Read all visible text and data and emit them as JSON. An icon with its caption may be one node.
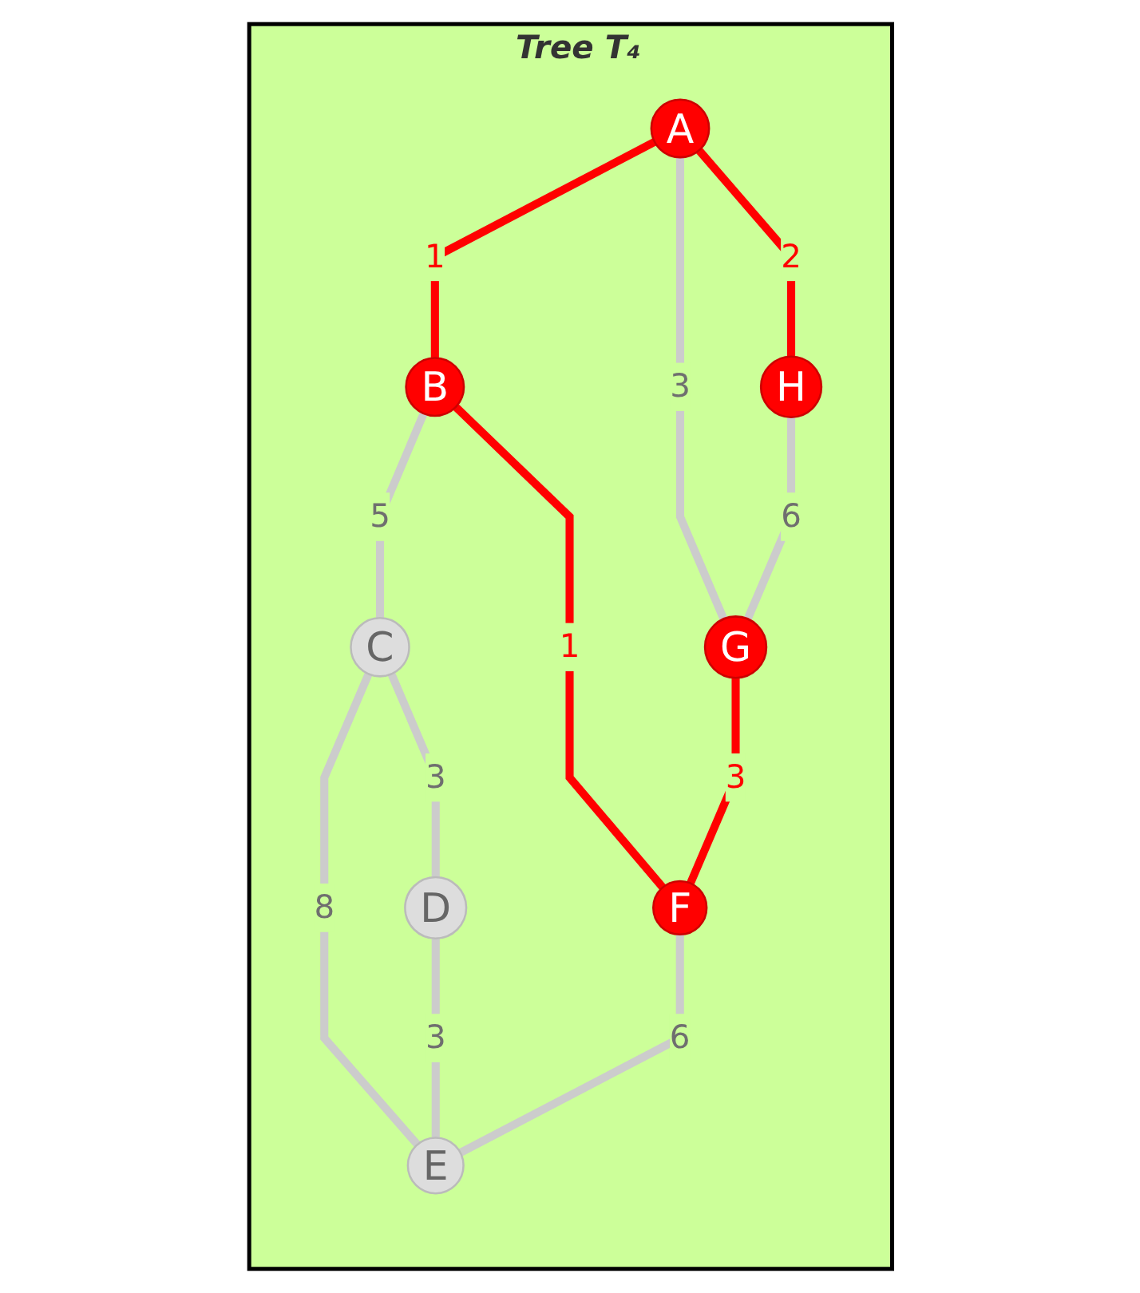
{
  "diagram": {
    "nodes": [
      {
        "text": [
          "Tree T₄"
        ]
      },
      {
        "text": [
          "A"
        ],
        "in": 0
      },
      {
        "text": [
          "B"
        ],
        "in": 0
      },
      {
        "text": [
          "H"
        ],
        "in": 0
      },
      {
        "text": [
          "C"
        ],
        "in": 0
      },
      {
        "text": [
          "G"
        ],
        "in": 0
      },
      {
        "text": [
          "D"
        ],
        "in": 0
      },
      {
        "text": [
          "F"
        ],
        "in": 0
      },
      {
        "text": [
          "E"
        ],
        "in": 0
      }
    ],
    "edges": [
      {
        "from": 1,
        "to": 2,
        "arrow": "none",
        "label": "1",
        "color": "#ff0000"
      },
      {
        "from": 2,
        "to": 4,
        "arrow": "none",
        "label": "5"
      },
      {
        "from": 1,
        "to": 3,
        "arrow": "none",
        "label": "2",
        "color": "#ff0000"
      },
      {
        "from": 1,
        "to": 5,
        "arrow": "none",
        "label": "3"
      },
      {
        "from": 2,
        "to": 7,
        "arrow": "none",
        "label": "1",
        "color": "#ff0000"
      },
      {
        "from": 3,
        "to": 5,
        "arrow": "none",
        "label": "6"
      },
      {
        "from": 4,
        "to": 6,
        "arrow": "none",
        "label": "3"
      },
      {
        "from": 4,
        "to": 8,
        "arrow": "none",
        "label": "8"
      },
      {
        "from": 5,
        "to": 7,
        "arrow": "none",
        "label": "3",
        "color": "#ff0000"
      },
      {
        "from": 6,
        "to": 8,
        "arrow": "none",
        "label": "3"
      },
      {
        "from": 7,
        "to": 8,
        "arrow": "none",
        "label": "6"
      }
    ]
  }
}
